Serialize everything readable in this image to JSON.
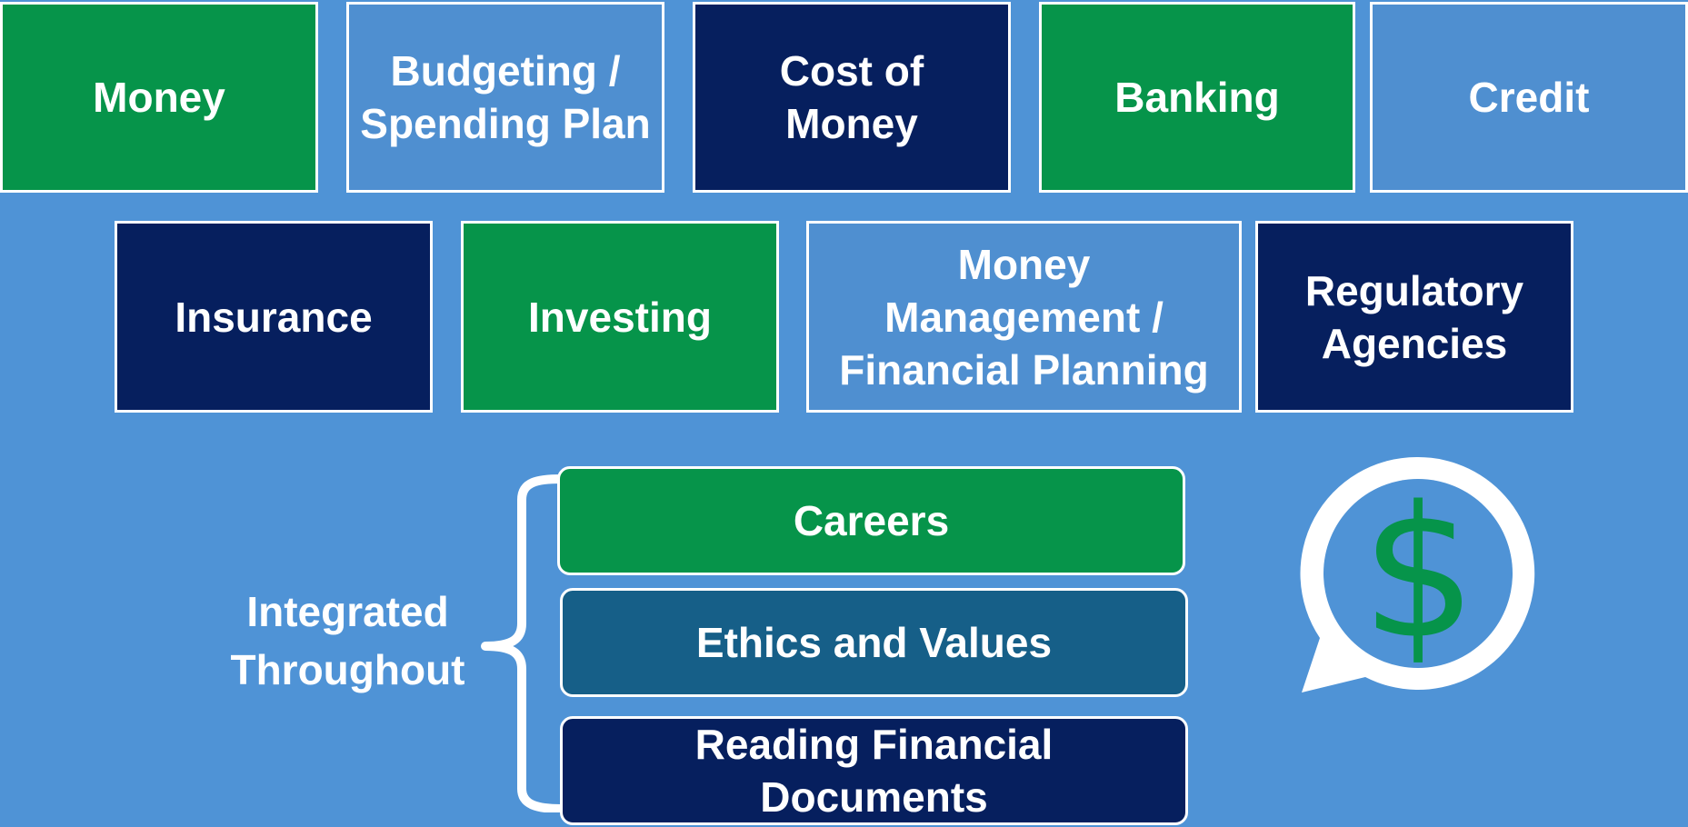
{
  "colors": {
    "background": "#4f93d6",
    "green": "#06944a",
    "light_blue": "#4f8fd0",
    "navy": "#061f5e",
    "teal": "#165f88",
    "white": "#ffffff"
  },
  "topics_row1": [
    {
      "label": "Money",
      "color": "green"
    },
    {
      "label": "Budgeting /\nSpending Plan",
      "color": "light_blue"
    },
    {
      "label": "Cost of\nMoney",
      "color": "navy"
    },
    {
      "label": "Banking",
      "color": "green"
    },
    {
      "label": "Credit",
      "color": "light_blue"
    }
  ],
  "topics_row2": [
    {
      "label": "Insurance",
      "color": "navy"
    },
    {
      "label": "Investing",
      "color": "green"
    },
    {
      "label": "Money\nManagement /\nFinancial Planning",
      "color": "light_blue"
    },
    {
      "label": "Regulatory\nAgencies",
      "color": "navy"
    }
  ],
  "integrated": {
    "label": "Integrated\nThroughout",
    "items": [
      {
        "label": "Careers",
        "color": "green"
      },
      {
        "label": "Ethics and Values",
        "color": "teal"
      },
      {
        "label": "Reading Financial\nDocuments",
        "color": "navy"
      }
    ]
  },
  "icon": "dollar-speech-bubble-icon",
  "icon_glyph": "$"
}
